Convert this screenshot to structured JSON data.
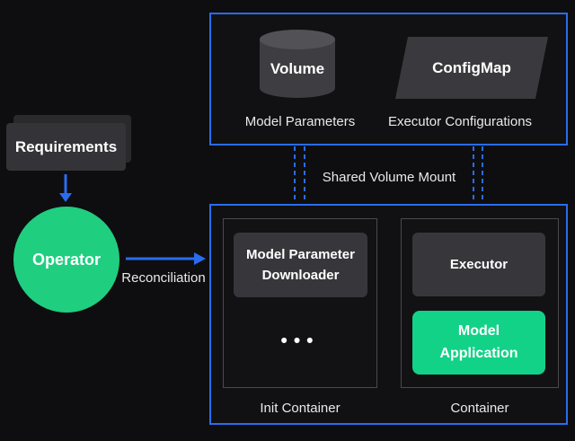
{
  "diagram": {
    "top_panel": {
      "volume_shape_label": "Volume",
      "volume_caption": "Model Parameters",
      "configmap_shape_label": "ConfigMap",
      "configmap_caption": "Executor Configurations"
    },
    "shared_mount_label": "Shared Volume Mount",
    "left_flow": {
      "requirements_label": "Requirements",
      "operator_label": "Operator",
      "reconciliation_label": "Reconciliation"
    },
    "pod_panel": {
      "downloader_label": "Model Parameter Downloader",
      "ellipsis": "•••",
      "init_container_caption": "Init Container",
      "executor_label": "Executor",
      "model_app_label": "Model Application",
      "container_caption": "Container"
    },
    "colors": {
      "background": "#0e0e10",
      "accent_blue": "#2a6cee",
      "operator_green": "#20ce80",
      "model_app_green": "#12d287",
      "shape_gray": "#3a3a3e",
      "module_gray": "#37373b"
    }
  }
}
